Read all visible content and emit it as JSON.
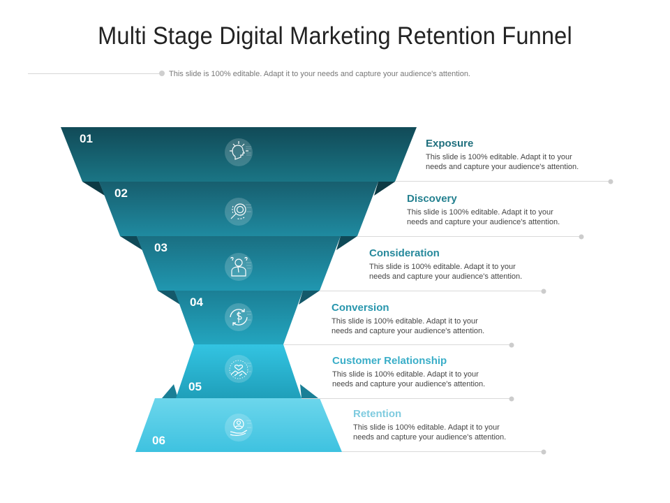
{
  "header": {
    "title": "Multi Stage Digital Marketing Retention Funnel",
    "subtitle": "This slide is 100% editable. Adapt it to your needs and capture your audience's attention."
  },
  "stages": [
    {
      "number": "01",
      "title": "Exposure",
      "description_line1": "This slide is 100% editable. Adapt it to your",
      "description_line2": "needs and capture your audience's attention.",
      "icon": "head-ideas-icon",
      "color": "#1a6c7c",
      "title_color": "#1f6f7d"
    },
    {
      "number": "02",
      "title": "Discovery",
      "description_line1": "This slide is 100% editable. Adapt it to your",
      "description_line2": "needs and capture your audience's attention.",
      "icon": "magnify-target-icon",
      "color": "#1d7d92",
      "title_color": "#23808f"
    },
    {
      "number": "03",
      "title": "Consideration",
      "description_line1": "This slide is 100% editable. Adapt it to your",
      "description_line2": "needs and capture your audience's attention.",
      "icon": "thinking-person-icon",
      "color": "#1f8ea5",
      "title_color": "#25889b"
    },
    {
      "number": "04",
      "title": "Conversion",
      "description_line1": "This slide is 100% editable. Adapt it to your",
      "description_line2": "needs and capture your audience's attention.",
      "icon": "dollar-cycle-icon",
      "color": "#229fb8",
      "title_color": "#2896ad"
    },
    {
      "number": "05",
      "title": "Customer Relationship",
      "description_line1": "This slide is 100% editable. Adapt it to your",
      "description_line2": "needs and capture your audience's attention.",
      "icon": "handshake-heart-icon",
      "color": "#2ab8d6",
      "title_color": "#3aaec8"
    },
    {
      "number": "06",
      "title": "Retention",
      "description_line1": "This slide is 100% editable. Adapt it to your",
      "description_line2": "needs and capture your audience's attention.",
      "icon": "hand-person-icon",
      "color": "#5fd0e8",
      "title_color": "#7fcbdf"
    }
  ]
}
